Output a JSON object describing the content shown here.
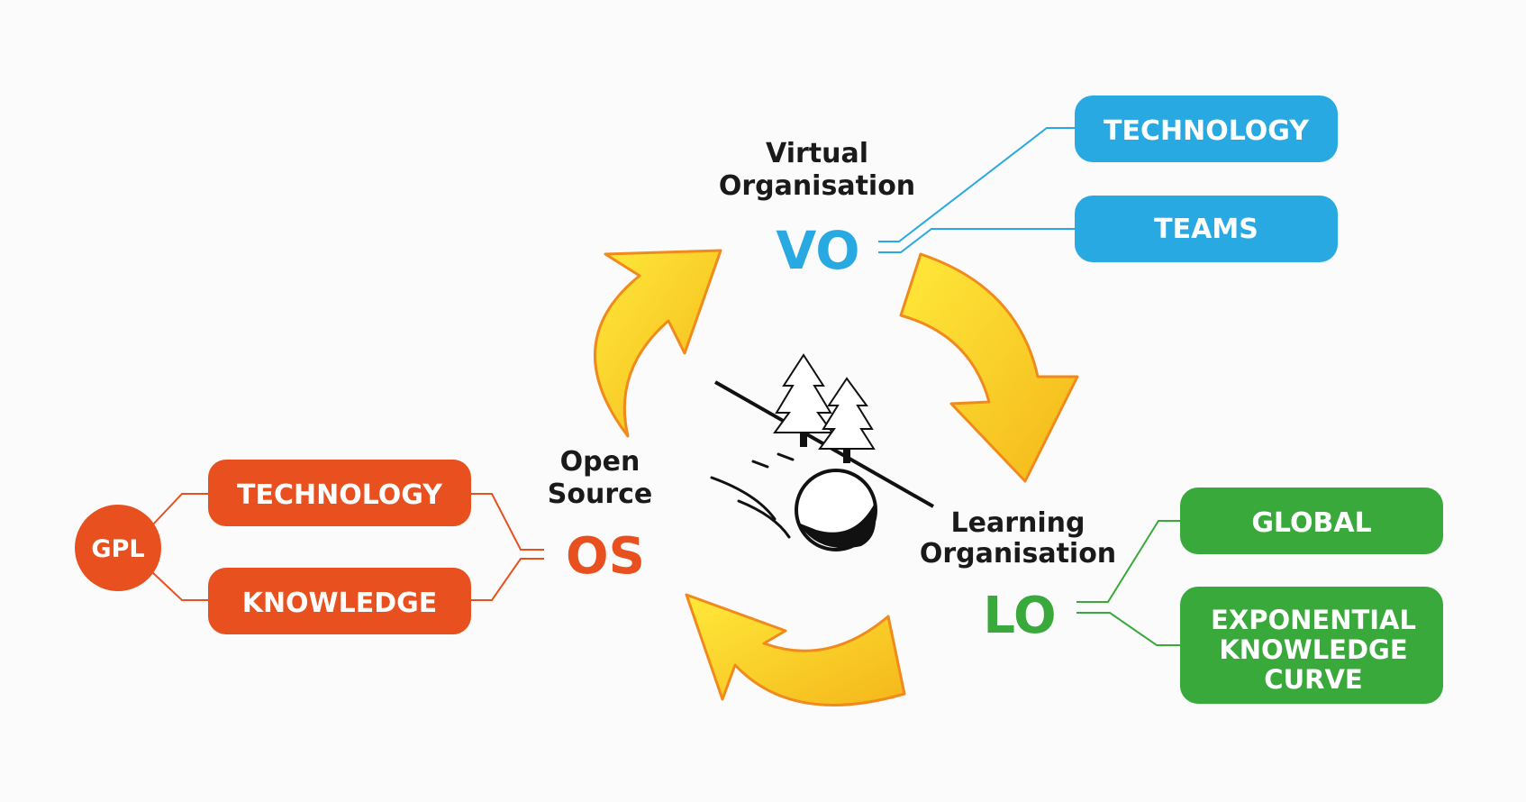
{
  "colors": {
    "blue": "#29a9e1",
    "orange": "#e8501f",
    "green": "#3aa93c",
    "yellow": "#f6c81a",
    "arrow_edge": "#f18a1c"
  },
  "vo": {
    "caption_line1": "Virtual",
    "caption_line2": "Organisation",
    "abbr": "VO",
    "boxes": [
      "TECHNOLOGY",
      "TEAMS"
    ]
  },
  "os": {
    "caption_line1": "Open",
    "caption_line2": "Source",
    "abbr": "OS",
    "boxes": [
      "TECHNOLOGY",
      "KNOWLEDGE"
    ],
    "circle": "GPL"
  },
  "lo": {
    "caption_line1": "Learning",
    "caption_line2": "Organisation",
    "abbr": "LO",
    "boxes": [
      "GLOBAL",
      "EXPONENTIAL",
      "KNOWLEDGE",
      "CURVE"
    ]
  },
  "center": {
    "icon": "snowball-rolling-downhill-icon"
  }
}
